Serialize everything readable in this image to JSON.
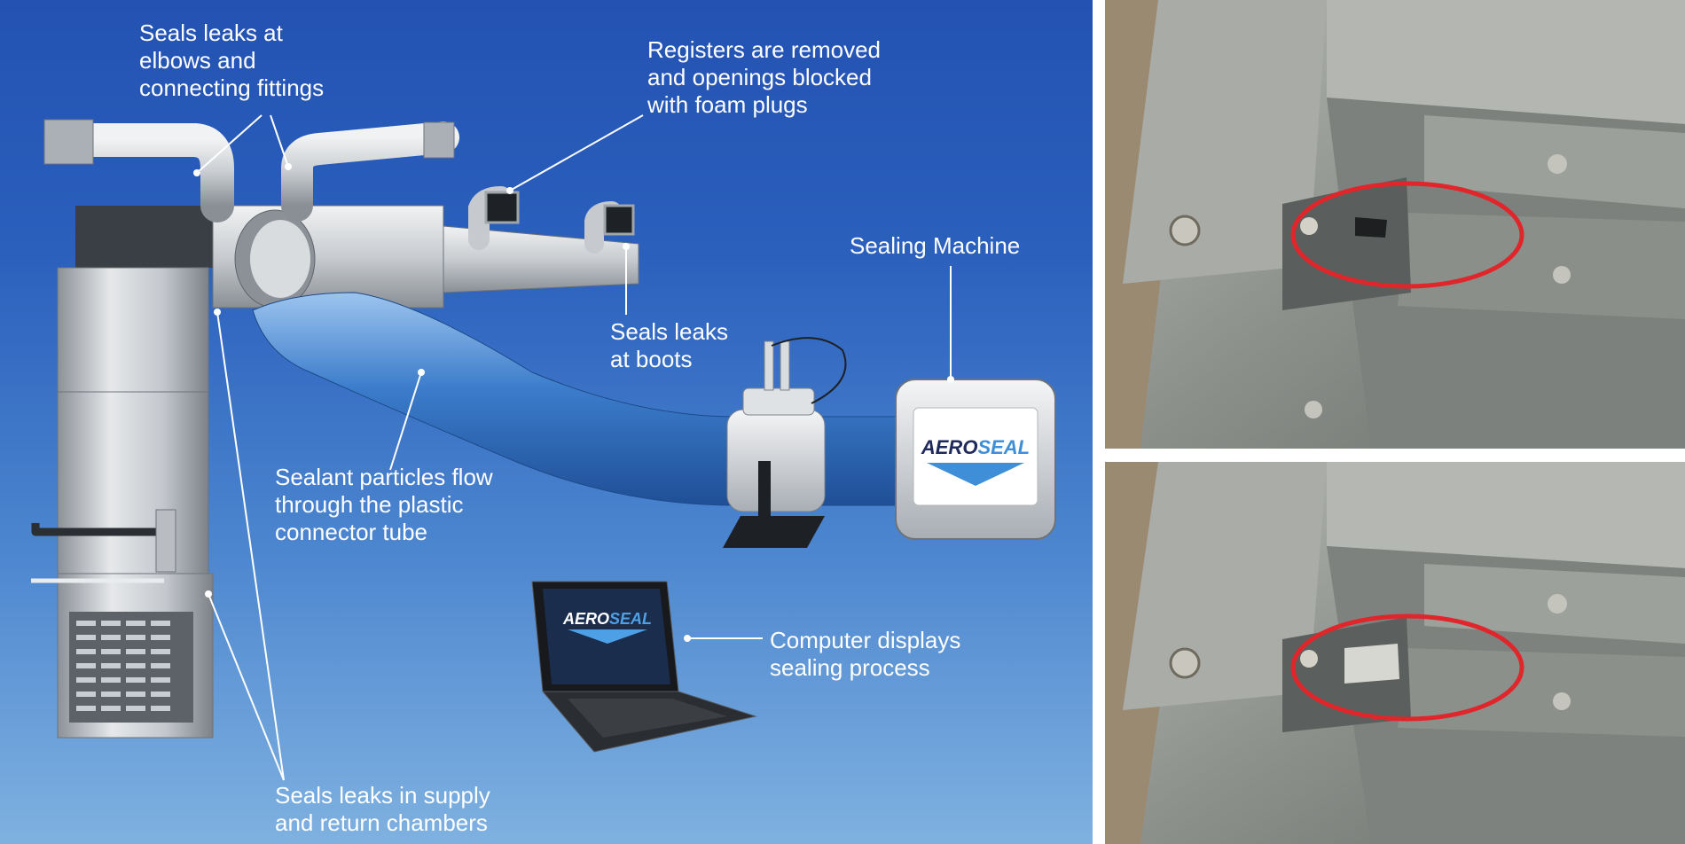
{
  "callouts": {
    "elbows": "Seals leaks at\nelbows and\nconnecting fittings",
    "registers": "Registers are removed\nand openings blocked\nwith foam plugs",
    "sealing_machine": "Sealing Machine",
    "boots": "Seals leaks\nat boots",
    "particles": "Sealant particles flow\nthrough the plastic\nconnector tube",
    "computer": "Computer displays\nsealing process",
    "chambers": "Seals leaks in supply\nand return chambers"
  },
  "logo": {
    "brand_part1": "AERO",
    "brand_part2": "SEAL"
  },
  "photos": {
    "before": {
      "highlight_color": "#e0262a"
    },
    "after": {
      "highlight_color": "#e0262a"
    }
  },
  "colors": {
    "background_top": "#2352b2",
    "background_bottom": "#7fb1e0",
    "tube_blue": "#3a78c8",
    "metal": "#c7cbd0",
    "callout_text": "#ffffff"
  }
}
